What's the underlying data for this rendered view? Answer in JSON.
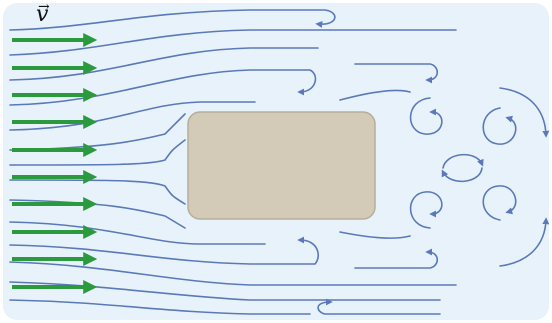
{
  "label": {
    "symbol": "v",
    "accent": "→"
  },
  "colors": {
    "background": "#e8f2fb",
    "streamline": "#5a79b8",
    "arrow": "#2b9a3e",
    "obstacle_fill": "#d3cbb7",
    "obstacle_stroke": "#b5ae9b"
  },
  "icons": [
    "inflow-arrow",
    "streamline",
    "vortex",
    "obstacle"
  ]
}
